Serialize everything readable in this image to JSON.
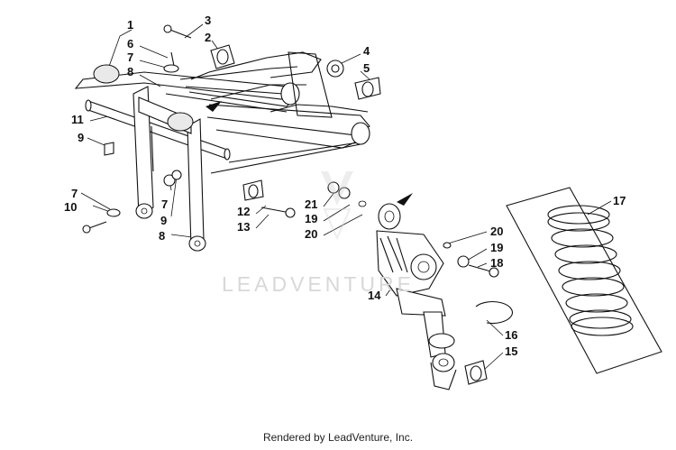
{
  "diagram": {
    "callouts": [
      {
        "id": "c1",
        "text": "1"
      },
      {
        "id": "c2",
        "text": "2"
      },
      {
        "id": "c3",
        "text": "3"
      },
      {
        "id": "c4",
        "text": "4"
      },
      {
        "id": "c5",
        "text": "5"
      },
      {
        "id": "c6",
        "text": "6"
      },
      {
        "id": "c7a",
        "text": "7"
      },
      {
        "id": "c7b",
        "text": "7"
      },
      {
        "id": "c7c",
        "text": "7"
      },
      {
        "id": "c8a",
        "text": "8"
      },
      {
        "id": "c8b",
        "text": "8"
      },
      {
        "id": "c9a",
        "text": "9"
      },
      {
        "id": "c9b",
        "text": "9"
      },
      {
        "id": "c10",
        "text": "10"
      },
      {
        "id": "c11",
        "text": "11"
      },
      {
        "id": "c12",
        "text": "12"
      },
      {
        "id": "c13",
        "text": "13"
      },
      {
        "id": "c14",
        "text": "14"
      },
      {
        "id": "c15",
        "text": "15"
      },
      {
        "id": "c16",
        "text": "16"
      },
      {
        "id": "c17",
        "text": "17"
      },
      {
        "id": "c18",
        "text": "18"
      },
      {
        "id": "c19a",
        "text": "19"
      },
      {
        "id": "c19b",
        "text": "19"
      },
      {
        "id": "c20a",
        "text": "20"
      },
      {
        "id": "c20b",
        "text": "20"
      },
      {
        "id": "c21",
        "text": "21"
      }
    ],
    "watermark": "LEADVENTURE",
    "footer": "Rendered by LeadVenture, Inc."
  }
}
